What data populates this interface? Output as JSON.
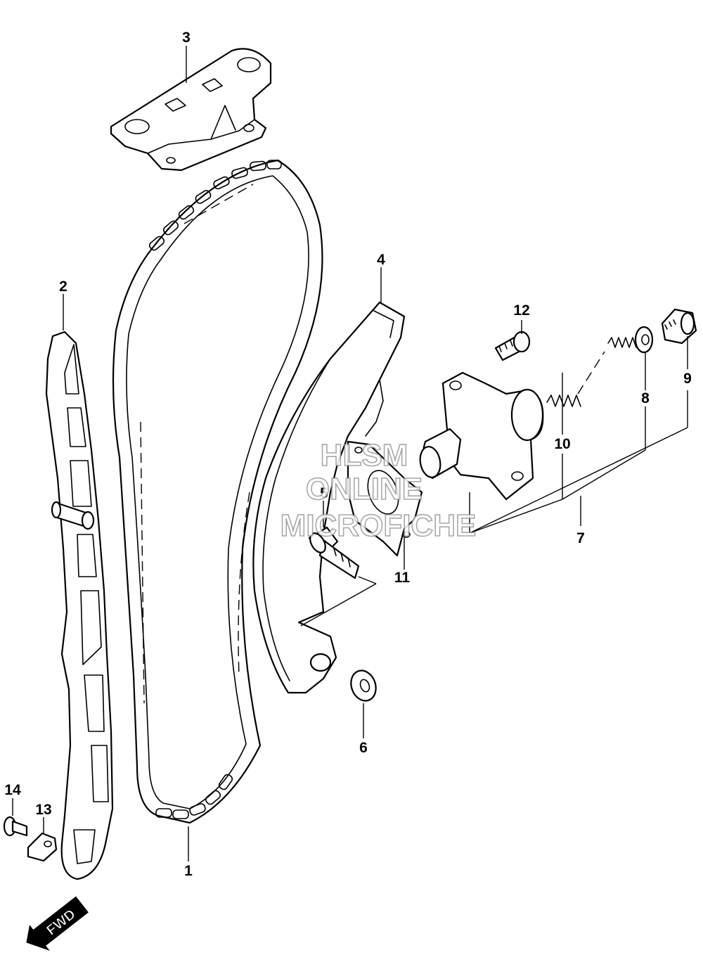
{
  "callouts": {
    "c1": "1",
    "c2": "2",
    "c3": "3",
    "c4": "4",
    "c5": "5",
    "c6": "6",
    "c7": "7",
    "c8": "8",
    "c9": "9",
    "c10": "10",
    "c11": "11",
    "c12": "12",
    "c13": "13",
    "c14": "14"
  },
  "watermark": {
    "line1": "HLSM",
    "line2": "ONLINE",
    "line3": "MICROFICHE"
  },
  "direction_badge": {
    "label": "FWD"
  }
}
